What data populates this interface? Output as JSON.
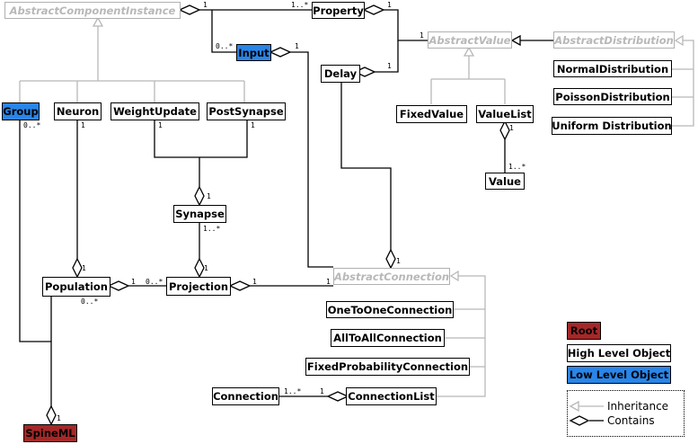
{
  "classes": {
    "abstract_component_instance": "AbstractComponentInstance",
    "property": "Property",
    "input": "Input",
    "abstract_value": "AbstractValue",
    "abstract_distribution": "AbstractDistribution",
    "normal_distribution": "NormalDistribution",
    "poisson_distribution": "PoissonDistribution",
    "uniform_distribution": "Uniform Distribution",
    "delay": "Delay",
    "fixed_value": "FixedValue",
    "value_list": "ValueList",
    "value": "Value",
    "group": "Group",
    "neuron": "Neuron",
    "weight_update": "WeightUpdate",
    "post_synapse": "PostSynapse",
    "synapse": "Synapse",
    "abstract_connection": "AbstractConnection",
    "population": "Population",
    "projection": "Projection",
    "one_to_one_connection": "OneToOneConnection",
    "all_to_all_connection": "AllToAllConnection",
    "fixed_probability_connection": "FixedProbabilityConnection",
    "connection": "Connection",
    "connection_list": "ConnectionList",
    "spineml": "SpineML"
  },
  "multiplicities": {
    "aci_property_1": "1",
    "aci_property_many": "1..*",
    "property_abstractvalue": "1",
    "property_top": "1",
    "property_delay": "1",
    "abstractvalue_1": "1",
    "input_many": "0..*",
    "input_1": "1",
    "group_many": "0..*",
    "neuron_1": "1",
    "weightupdate_1": "1",
    "postsynapse_1": "1",
    "synapse_1": "1",
    "synapse_many": "1..*",
    "valuelist_1": "1",
    "value_many": "1..*",
    "abstractconnection_1": "1",
    "population_1": "1",
    "population_proj_1": "1",
    "projection_many": "0..*",
    "projection_conn_1": "1",
    "abstractconnection_left_1": "1",
    "population_many": "0..*",
    "connection_many": "1..*",
    "connectionlist_1": "1",
    "spineml_1": "1"
  },
  "legend": {
    "root": "Root",
    "high_level": "High Level Object",
    "low_level": "Low Level Object",
    "inheritance": "Inheritance",
    "contains": "Contains"
  },
  "colors": {
    "low_level_fill": "#2a85e8",
    "root_fill": "#a52828",
    "abstract_border": "#b0b0b0",
    "inheritance_line": "#b8b8b8"
  }
}
